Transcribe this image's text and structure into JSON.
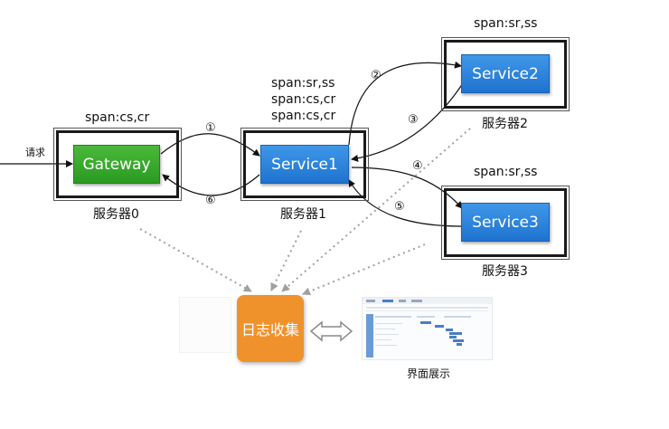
{
  "input_label": "请求",
  "servers": [
    {
      "node_label": "Gateway",
      "server_label": "服务器0",
      "spans": [
        "span:cs,cr"
      ]
    },
    {
      "node_label": "Service1",
      "server_label": "服务器1",
      "spans": [
        "span:sr,ss",
        "span:cs,cr",
        "span:cs,cr"
      ]
    },
    {
      "node_label": "Service2",
      "server_label": "服务器2",
      "spans": [
        "span:sr,ss"
      ]
    },
    {
      "node_label": "Service3",
      "server_label": "服务器3",
      "spans": [
        "span:sr,ss"
      ]
    }
  ],
  "steps": [
    "①",
    "②",
    "③",
    "④",
    "⑤",
    "⑥"
  ],
  "collector_label": "日志收集",
  "ui_label": "界面展示",
  "colors": {
    "gateway": "#35a52b",
    "service": "#2b85dc",
    "collector": "#f0922b",
    "connector": "#9a9a9a"
  },
  "icons": [
    "double-arrow-icon"
  ]
}
